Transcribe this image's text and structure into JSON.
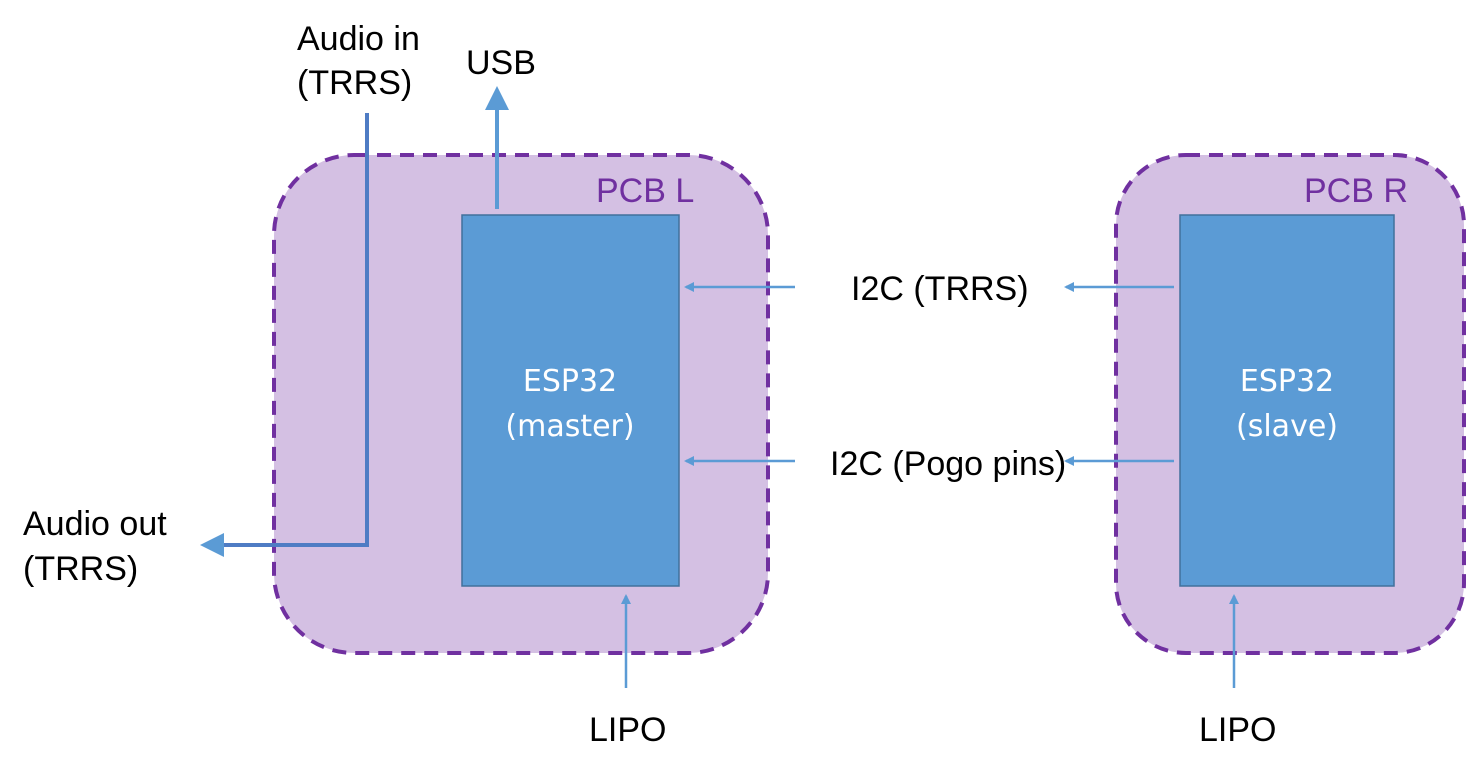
{
  "colors": {
    "pcb_fill": "#d4c0e3",
    "pcb_border": "#7030a0",
    "chip_fill": "#5b9bd5",
    "chip_border": "#41719c",
    "arrow": "#5b9bd5",
    "audio_line": "#4f7cc4"
  },
  "pcb_left": {
    "label": "PCB L",
    "chip_line1": "ESP32",
    "chip_line2": "(master)"
  },
  "pcb_right": {
    "label": "PCB R",
    "chip_line1": "ESP32",
    "chip_line2": "(slave)"
  },
  "labels": {
    "audio_in_line1": "Audio in",
    "audio_in_line2": "(TRRS)",
    "usb": "USB",
    "audio_out_line1": "Audio out",
    "audio_out_line2": "(TRRS)",
    "i2c_trrs": "I2C (TRRS)",
    "i2c_pogo": "I2C (Pogo pins)",
    "lipo_left": "LIPO",
    "lipo_right": "LIPO"
  }
}
